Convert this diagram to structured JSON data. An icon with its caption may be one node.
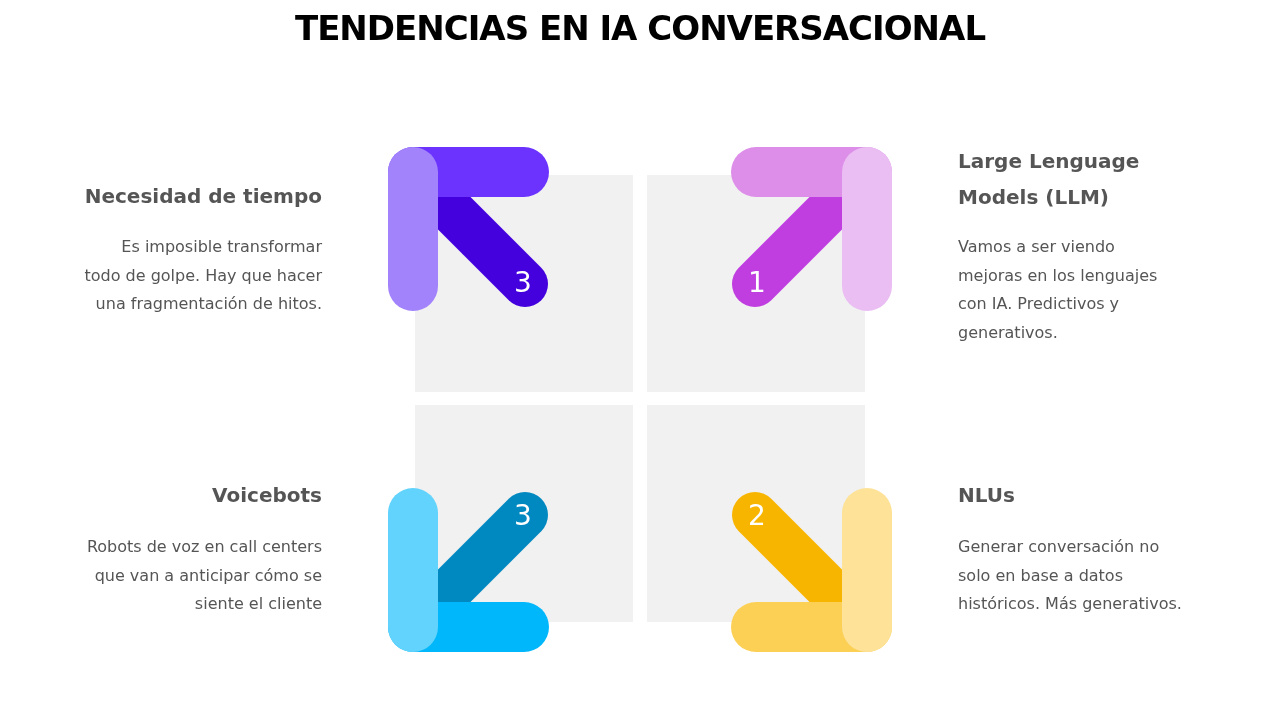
{
  "diagram": {
    "title": "TENDENCIAS EN IA CONVERSACIONAL",
    "nodes": [
      {
        "text": [
          "3"
        ],
        "beside": [
          "Necesidad de tiempo",
          "Es imposible transformar todo de golpe. Hay que hacer una fragmentación de hitos."
        ]
      },
      {
        "text": [
          "1"
        ],
        "beside": [
          "Large Lenguage Models (LLM)",
          "Vamos a ser viendo mejoras en los lenguajes con IA. Predictivos y generativos."
        ]
      },
      {
        "text": [
          "3"
        ],
        "beside": [
          "Voicebots",
          "Robots de voz en call centers que van a anticipar cómo se siente el cliente"
        ]
      },
      {
        "text": [
          "2"
        ],
        "beside": [
          "NLUs",
          "Generar conversación no solo en base a datos históricos. Más generativos."
        ]
      }
    ]
  }
}
